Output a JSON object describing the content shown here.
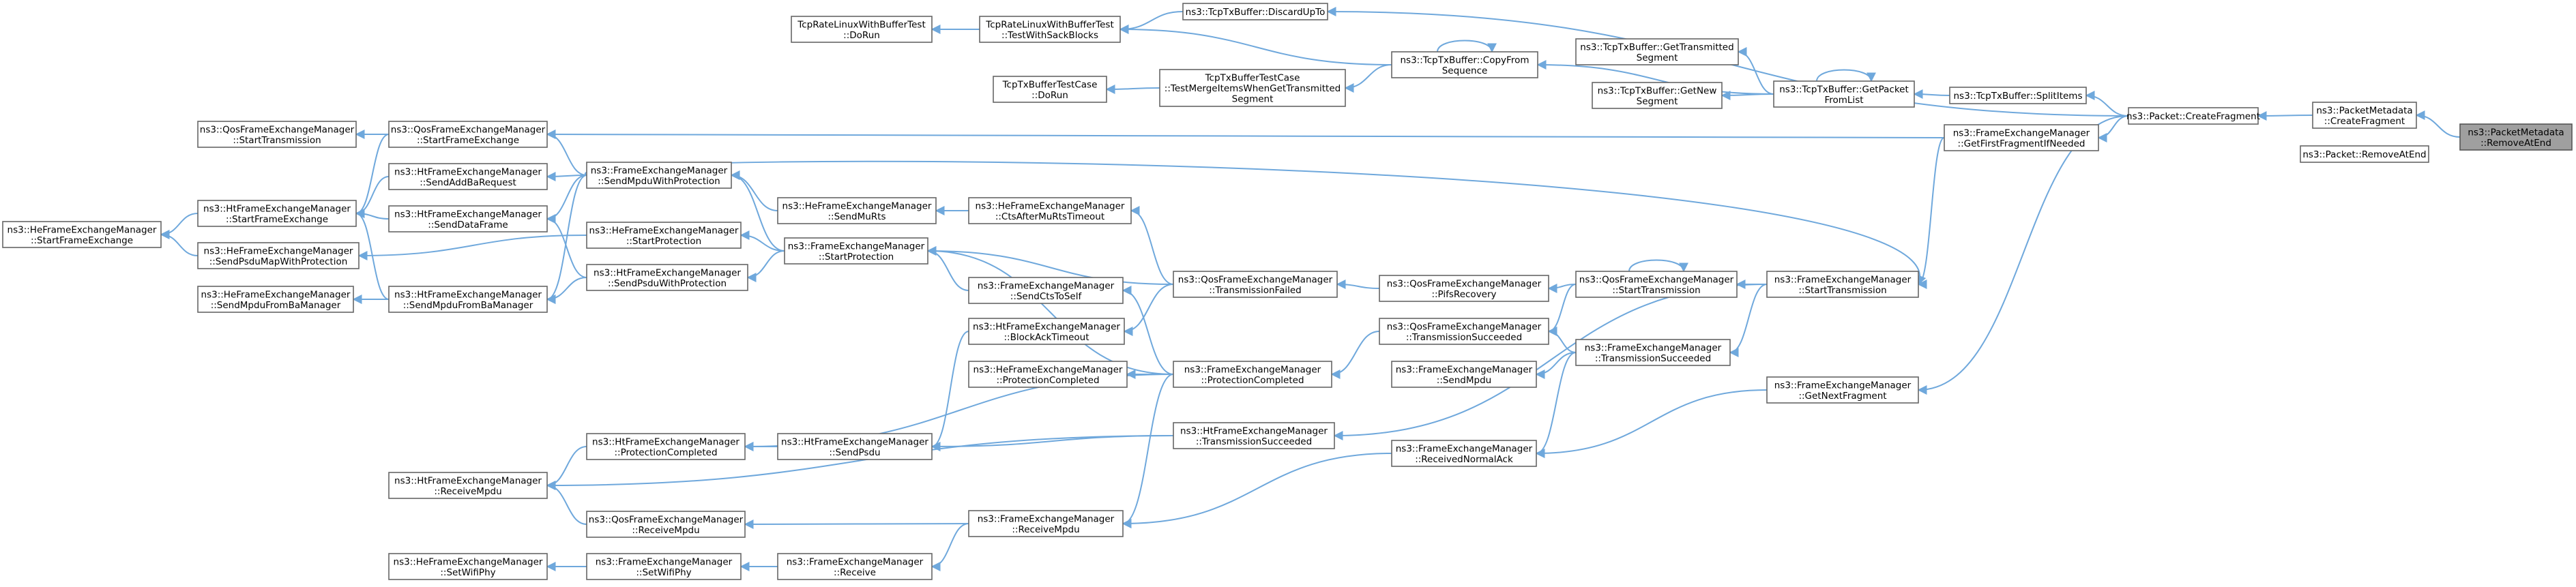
{
  "nodes": {
    "n_target": [
      "ns3::PacketMetadata",
      "::RemoveAtEnd"
    ],
    "n_pm_createfrag": [
      "ns3::PacketMetadata",
      "::CreateFragment"
    ],
    "n_pkt_removeatend": [
      "ns3::Packet::RemoveAtEnd"
    ],
    "n_pkt_createfrag": [
      "ns3::Packet::CreateFragment"
    ],
    "n_tcptx_splititems": [
      "ns3::TcpTxBuffer::SplitItems"
    ],
    "n_tcptx_getpacket": [
      "ns3::TcpTxBuffer::GetPacket",
      "FromList"
    ],
    "n_tcptx_gettransmitted": [
      "ns3::TcpTxBuffer::GetTransmitted",
      "Segment"
    ],
    "n_tcptx_getnew": [
      "ns3::TcpTxBuffer::GetNew",
      "Segment"
    ],
    "n_tcptx_copyfrom": [
      "ns3::TcpTxBuffer::CopyFrom",
      "Sequence"
    ],
    "n_tcptx_discardupto": [
      "ns3::TcpTxBuffer::DiscardUpTo"
    ],
    "n_rate_sack": [
      "TcpRateLinuxWithBufferTest",
      "::TestWithSackBlocks"
    ],
    "n_rate_dorun": [
      "TcpRateLinuxWithBufferTest",
      "::DoRun"
    ],
    "n_txbuf_merge": [
      "TcpTxBufferTestCase",
      "::TestMergeItemsWhenGetTransmitted",
      "Segment"
    ],
    "n_txbuf_dorun": [
      "TcpTxBufferTestCase",
      "::DoRun"
    ],
    "n_fem_getfirstfrag": [
      "ns3::FrameExchangeManager",
      "::GetFirstFragmentIfNeeded"
    ],
    "n_fem_starttx": [
      "ns3::FrameExchangeManager",
      "::StartTransmission"
    ],
    "n_fem_getnextfrag": [
      "ns3::FrameExchangeManager",
      "::GetNextFragment"
    ],
    "n_qos_starttx": [
      "ns3::QosFrameExchangeManager",
      "::StartTransmission"
    ],
    "n_fem_txsucceeded": [
      "ns3::FrameExchangeManager",
      "::TransmissionSucceeded"
    ],
    "n_qos_txsucceeded": [
      "ns3::QosFrameExchangeManager",
      "::TransmissionSucceeded"
    ],
    "n_fem_sendmpdu": [
      "ns3::FrameExchangeManager",
      "::SendMpdu"
    ],
    "n_fem_rxnormalack": [
      "ns3::FrameExchangeManager",
      "::ReceivedNormalAck"
    ],
    "n_qos_pifs": [
      "ns3::QosFrameExchangeManager",
      "::PifsRecovery"
    ],
    "n_qos_txfailed": [
      "ns3::QosFrameExchangeManager",
      "::TransmissionFailed"
    ],
    "n_fem_protcompleted": [
      "ns3::FrameExchangeManager",
      "::ProtectionCompleted"
    ],
    "n_ht_txsucceeded": [
      "ns3::HtFrameExchangeManager",
      "::TransmissionSucceeded"
    ],
    "n_he_ctsafter": [
      "ns3::HeFrameExchangeManager",
      "::CtsAfterMuRtsTimeout"
    ],
    "n_he_sendmurts": [
      "ns3::HeFrameExchangeManager",
      "::SendMuRts"
    ],
    "n_fem_sendcts": [
      "ns3::FrameExchangeManager",
      "::SendCtsToSelf"
    ],
    "n_ht_blockack": [
      "ns3::HtFrameExchangeManager",
      "::BlockAckTimeout"
    ],
    "n_he_protcompleted": [
      "ns3::HeFrameExchangeManager",
      "::ProtectionCompleted"
    ],
    "n_fem_rxmpdu": [
      "ns3::FrameExchangeManager",
      "::ReceiveMpdu"
    ],
    "n_fem_receive": [
      "ns3::FrameExchangeManager",
      "::Receive"
    ],
    "n_fem_setwifiphy": [
      "ns3::FrameExchangeManager",
      "::SetWifiPhy"
    ],
    "n_he_setwifiphy": [
      "ns3::HeFrameExchangeManager",
      "::SetWifiPhy"
    ],
    "n_qos_rxmpdu": [
      "ns3::QosFrameExchangeManager",
      "::ReceiveMpdu"
    ],
    "n_ht_rxmpdu": [
      "ns3::HtFrameExchangeManager",
      "::ReceiveMpdu"
    ],
    "n_ht_protcompleted": [
      "ns3::HtFrameExchangeManager",
      "::ProtectionCompleted"
    ],
    "n_ht_sendpsdu": [
      "ns3::HtFrameExchangeManager",
      "::SendPsdu"
    ],
    "n_fem_startprot": [
      "ns3::FrameExchangeManager",
      "::StartProtection"
    ],
    "n_fem_sendmpduwp": [
      "ns3::FrameExchangeManager",
      "::SendMpduWithProtection"
    ],
    "n_he_startprot": [
      "ns3::HeFrameExchangeManager",
      "::StartProtection"
    ],
    "n_ht_sendpsduwp": [
      "ns3::HtFrameExchangeManager",
      "::SendPsduWithProtection"
    ],
    "n_ht_sendmpdufromba": [
      "ns3::HtFrameExchangeManager",
      "::SendMpduFromBaManager"
    ],
    "n_he_sendmpdufromba": [
      "ns3::HeFrameExchangeManager",
      "::SendMpduFromBaManager"
    ],
    "n_ht_sendaddba": [
      "ns3::HtFrameExchangeManager",
      "::SendAddBaRequest"
    ],
    "n_ht_senddataframe": [
      "ns3::HtFrameExchangeManager",
      "::SendDataFrame"
    ],
    "n_qos_startframeex": [
      "ns3::QosFrameExchangeManager",
      "::StartFrameExchange"
    ],
    "n_qos_starttx_left": [
      "ns3::QosFrameExchangeManager",
      "::StartTransmission"
    ],
    "n_ht_startframeex": [
      "ns3::HtFrameExchangeManager",
      "::StartFrameExchange"
    ],
    "n_he_sendpsdumap": [
      "ns3::HeFrameExchangeManager",
      "::SendPsduMapWithProtection"
    ],
    "n_he_startframeex": [
      "ns3::HeFrameExchangeManager",
      "::StartFrameExchange"
    ]
  },
  "colors": {
    "edge": "#6fa8dc",
    "focus_fill": "#9f9f9f",
    "node_border": "#666666",
    "node_fill": "#ffffff"
  }
}
